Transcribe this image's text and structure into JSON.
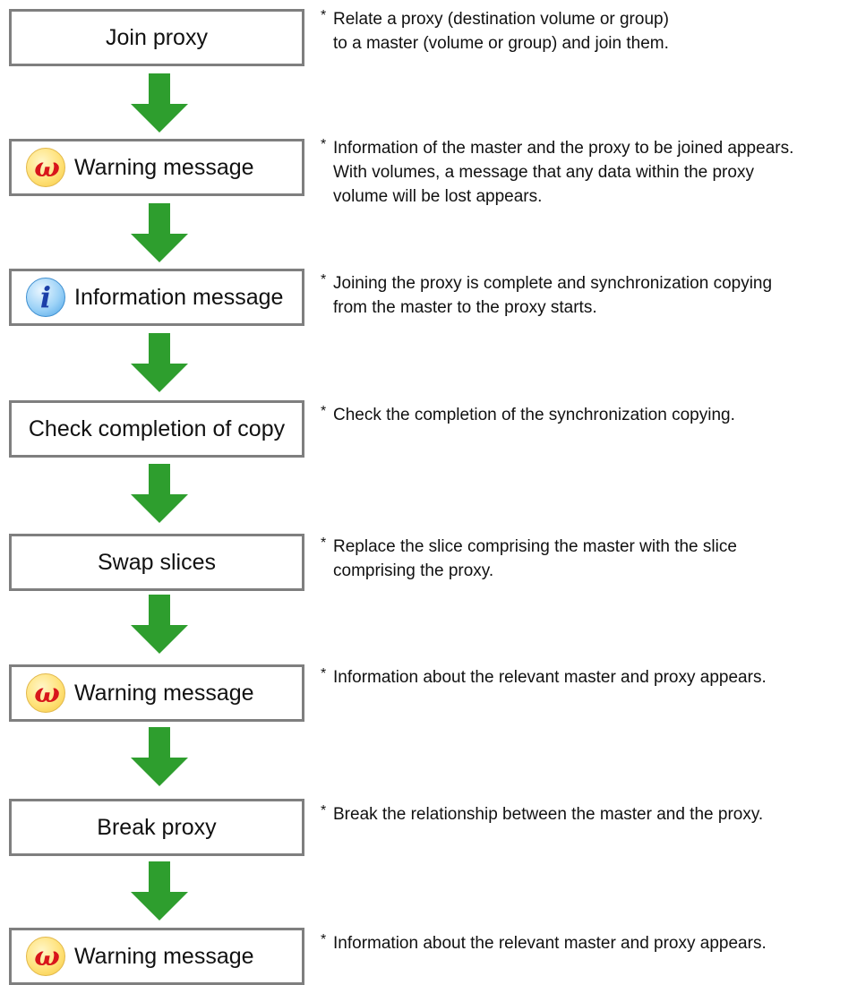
{
  "steps": [
    {
      "label": "Join proxy",
      "icon": "none",
      "note": "Relate a proxy (destination volume or group)\nto a master (volume or group) and join them."
    },
    {
      "label": "Warning message",
      "icon": "warning-icon",
      "note": "Information of the master and the proxy to be joined appears.\nWith volumes, a message that any data within the proxy\nvolume will be lost appears."
    },
    {
      "label": "Information message",
      "icon": "information-icon",
      "note": "Joining the proxy is complete and synchronization copying\nfrom the master to the proxy starts."
    },
    {
      "label": "Check completion of copy",
      "icon": "none",
      "note": "Check the completion of the synchronization copying."
    },
    {
      "label": "Swap slices",
      "icon": "none",
      "note": "Replace the slice comprising the master with the slice\ncomprising the proxy."
    },
    {
      "label": "Warning message",
      "icon": "warning-icon",
      "note": "Information about the relevant master and proxy appears."
    },
    {
      "label": "Break proxy",
      "icon": "none",
      "note": "Break the relationship between the master and the proxy."
    },
    {
      "label": "Warning message",
      "icon": "warning-icon",
      "note": "Information about the relevant master and proxy appears."
    }
  ],
  "note_marker": "*",
  "icon_glyphs": {
    "warning-icon": "ω",
    "information-icon": "i"
  },
  "colors": {
    "arrow": "#2e9e2e",
    "box_border": "#7f7f7f"
  }
}
